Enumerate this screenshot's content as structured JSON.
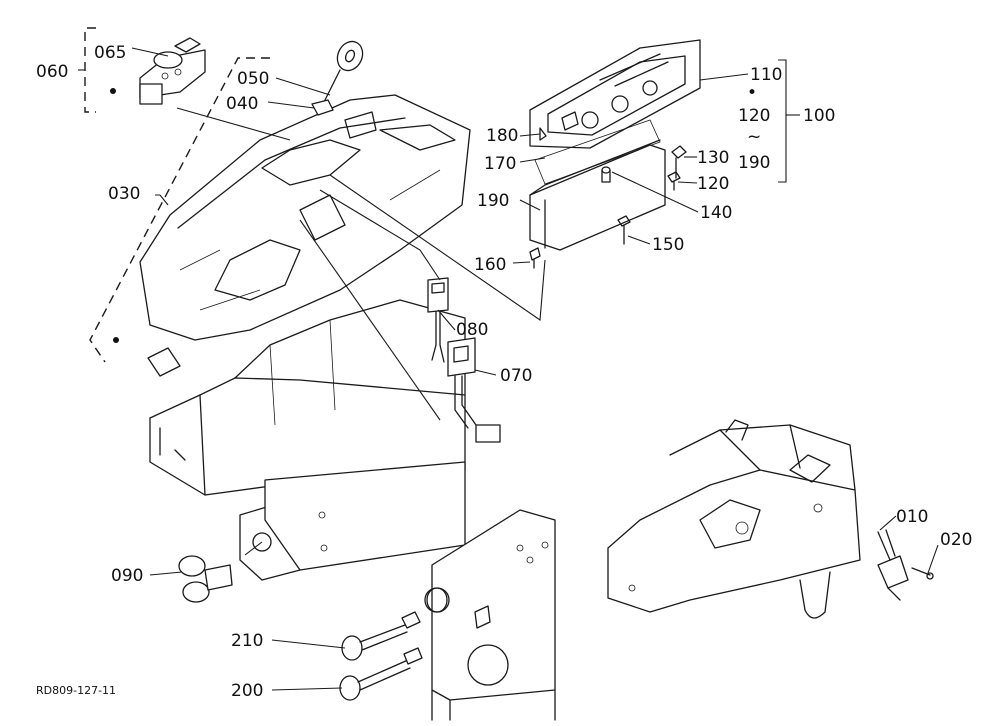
{
  "diagram": {
    "drawing_code": "RD809-127-11",
    "callouts": {
      "c010": "010",
      "c020": "020",
      "c030": "030",
      "c040": "040",
      "c050": "050",
      "c060": "060",
      "c065": "065",
      "c070": "070",
      "c080": "080",
      "c090": "090",
      "c100": "100",
      "c110": "110",
      "c120a": "120",
      "c120b": "120",
      "c130": "130",
      "c140": "140",
      "c150": "150",
      "c160": "160",
      "c170": "170",
      "c180": "180",
      "c190a": "190",
      "c190b": "190",
      "c200": "200",
      "c210": "210"
    },
    "range_symbols": {
      "dot": "•",
      "tilde": "~"
    }
  }
}
